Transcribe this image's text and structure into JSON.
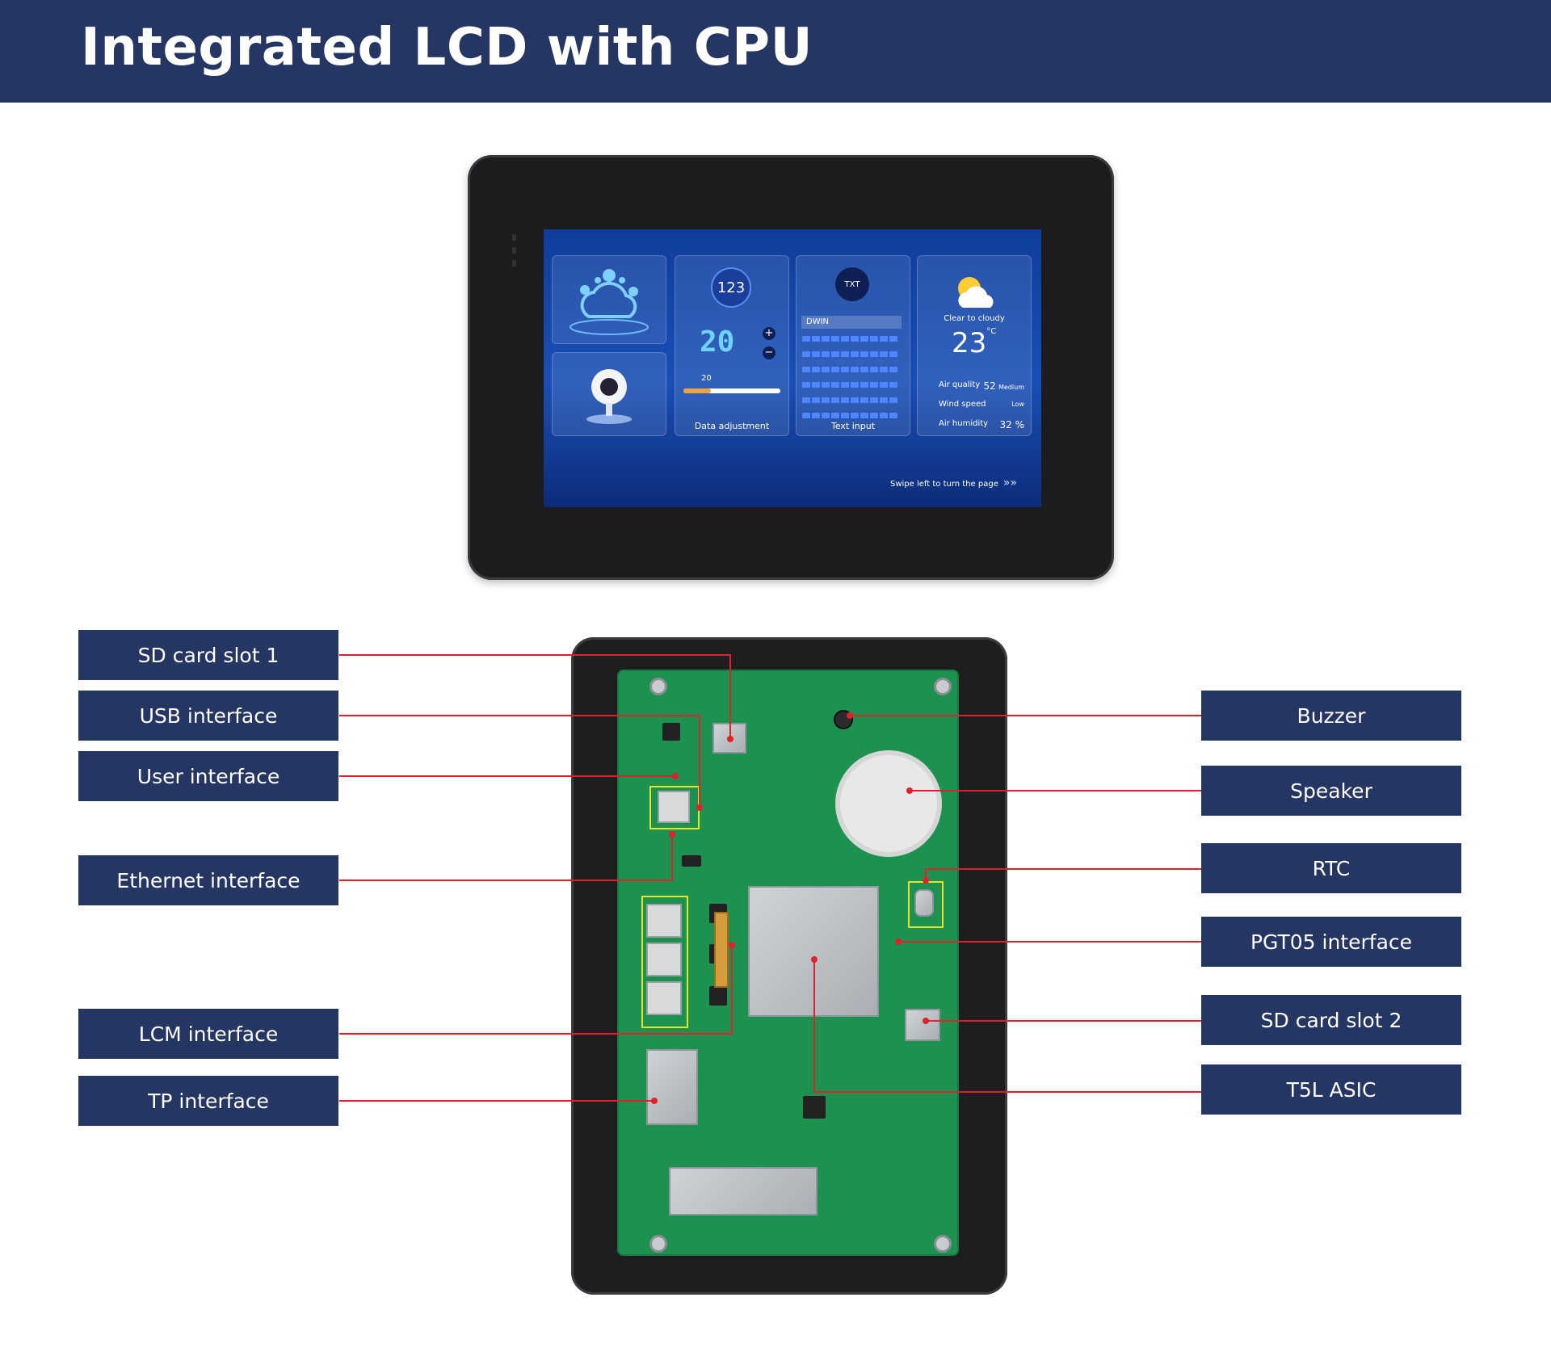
{
  "header": {
    "title": "Integrated LCD with CPU"
  },
  "screen": {
    "data_tile": {
      "top_number": "123",
      "value": "20",
      "slider_value": "20",
      "label": "Data adjustment"
    },
    "text_tile": {
      "field_text": "DWIN",
      "icon_text": "TXT",
      "label": "Text input"
    },
    "weather_tile": {
      "condition": "Clear to cloudy",
      "temperature": "23",
      "unit": "°C",
      "rows": [
        {
          "label": "Air quality",
          "value": "52",
          "extra": "Medium"
        },
        {
          "label": "Wind speed",
          "value": "",
          "extra": "Low"
        },
        {
          "label": "Air humidity",
          "value": "32 %",
          "extra": ""
        }
      ]
    },
    "swipe_hint": "Swipe left to turn the page"
  },
  "labels_left": [
    {
      "text": "SD card slot 1"
    },
    {
      "text": "USB interface"
    },
    {
      "text": "User interface"
    },
    {
      "text": "Ethernet interface"
    },
    {
      "text": "LCM interface"
    },
    {
      "text": "TP interface"
    }
  ],
  "labels_right": [
    {
      "text": "Buzzer"
    },
    {
      "text": "Speaker"
    },
    {
      "text": "RTC"
    },
    {
      "text": "PGT05 interface"
    },
    {
      "text": "SD card slot 2"
    },
    {
      "text": "T5L ASIC"
    }
  ],
  "colors": {
    "header": "#263663",
    "label_bg": "#263663",
    "leader_line": "#e0202a",
    "pcb": "#1d9150",
    "highlight_box": "#e7e22a"
  }
}
